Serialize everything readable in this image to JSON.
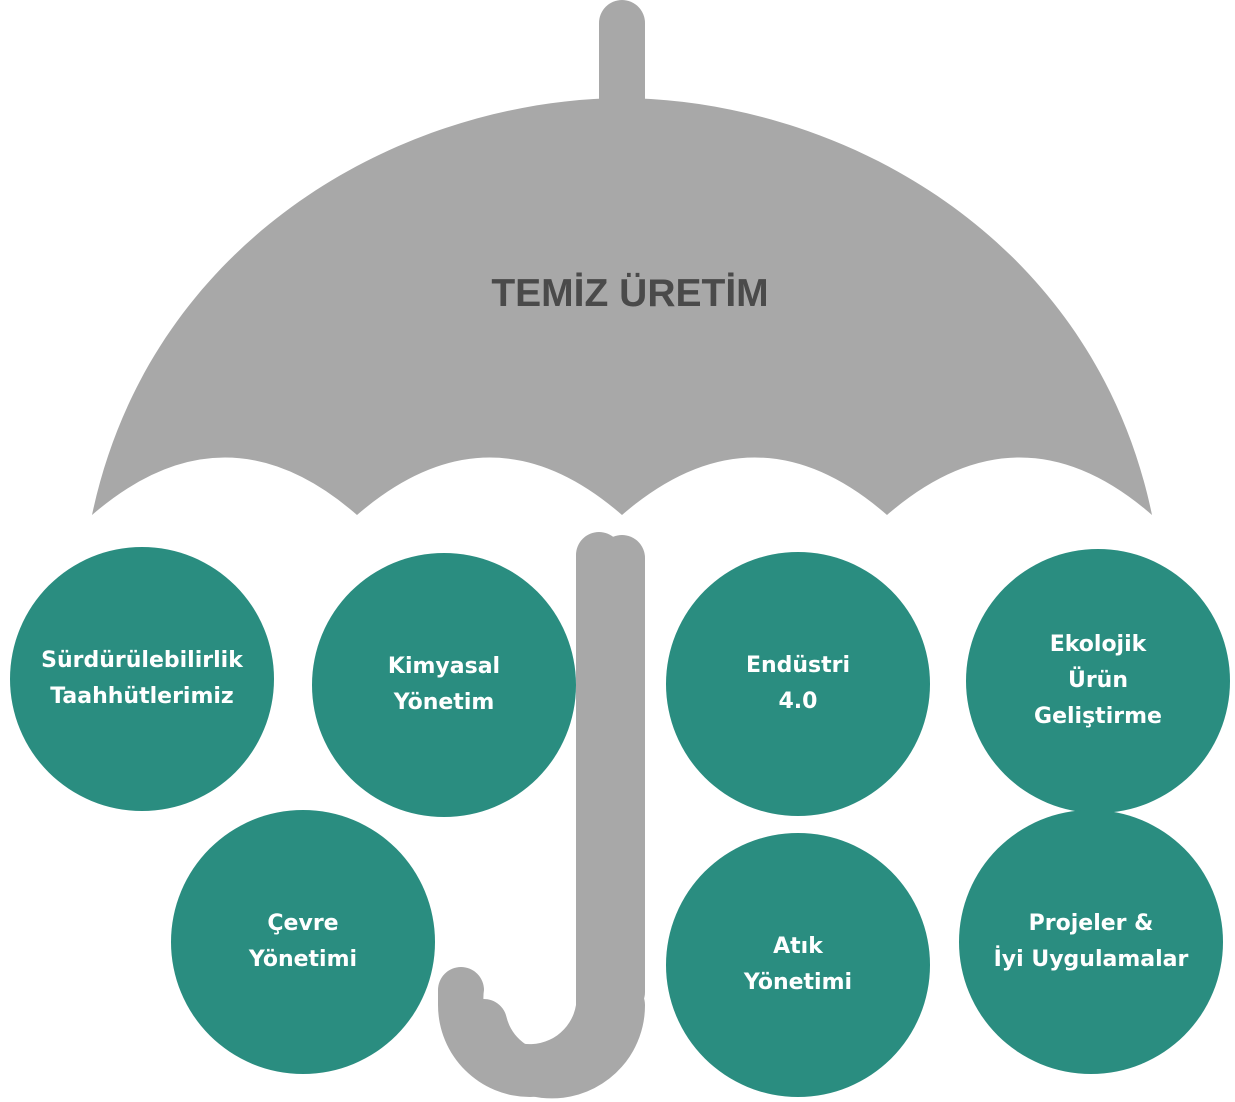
{
  "diagram": {
    "title": "TEMİZ ÜRETİM",
    "umbrella_color": "#a8a8a8",
    "circle_color": "#2a8d80",
    "title_color": "#4a4a4a",
    "label_color": "#ffffff",
    "items": [
      {
        "line1": "Sürdürülebilirlik",
        "line2": "Taahhütlerimiz"
      },
      {
        "line1": "Kimyasal",
        "line2": "Yönetim"
      },
      {
        "line1": "Endüstri",
        "line2": "4.0"
      },
      {
        "line1": "Ekolojik",
        "line2": "Ürün",
        "line3": "Geliştirme"
      },
      {
        "line1": "Çevre",
        "line2": "Yönetimi"
      },
      {
        "line1": "Atık",
        "line2": "Yönetimi"
      },
      {
        "line1": "Projeler &",
        "line2": "İyi Uygulamalar"
      }
    ]
  }
}
